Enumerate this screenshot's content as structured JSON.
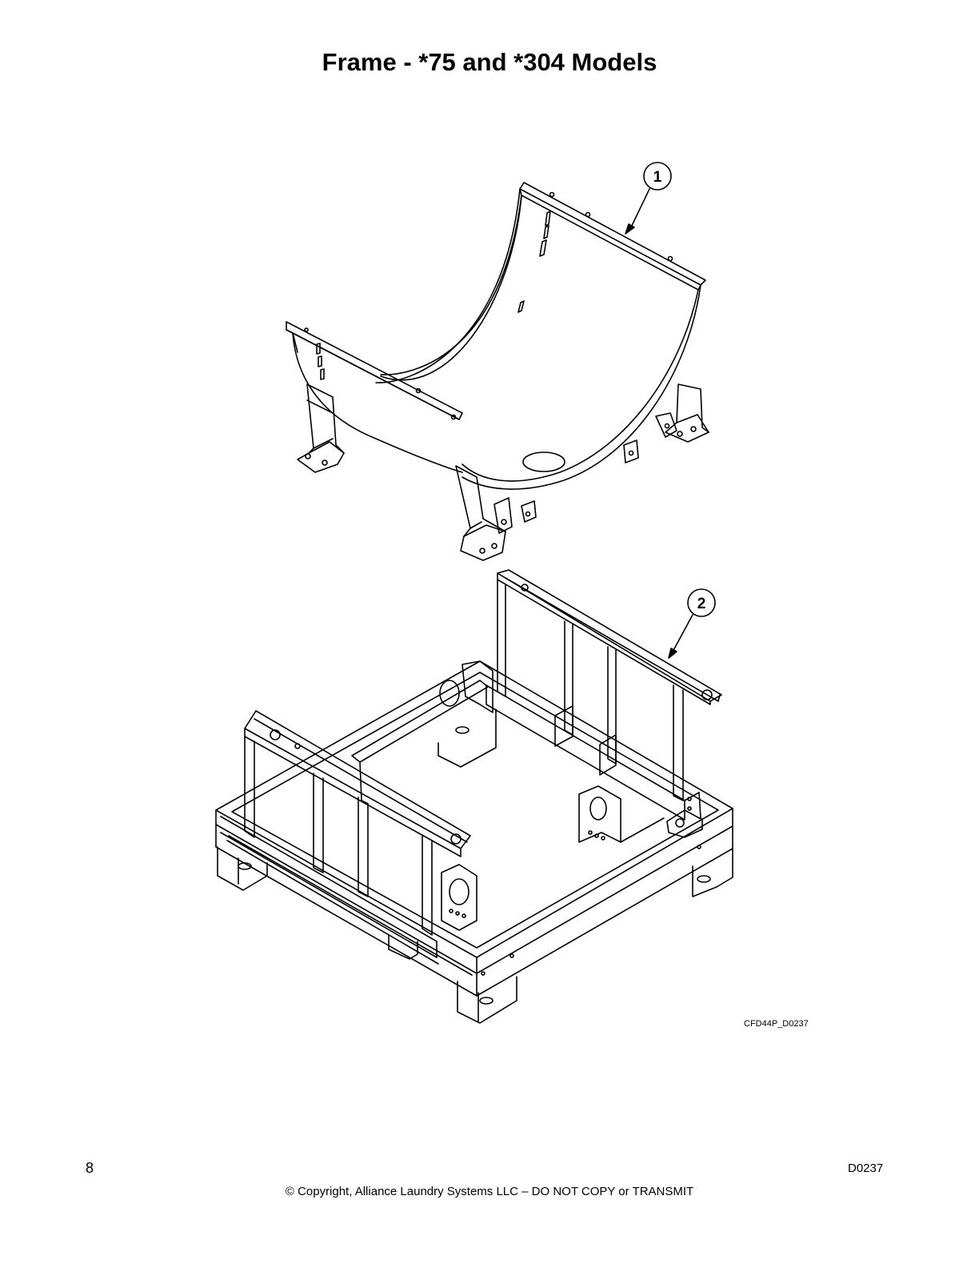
{
  "page": {
    "title": "Frame - *75 and *304 Models",
    "figure_code": "CFD44P_D0237",
    "page_number": "8",
    "copyright": "© Copyright, Alliance Laundry Systems LLC – DO NOT COPY or TRANSMIT",
    "doc_code": "D0237"
  },
  "callouts": [
    {
      "number": "1"
    },
    {
      "number": "2"
    }
  ],
  "colors": {
    "ink": "#000000",
    "paper": "#ffffff"
  }
}
